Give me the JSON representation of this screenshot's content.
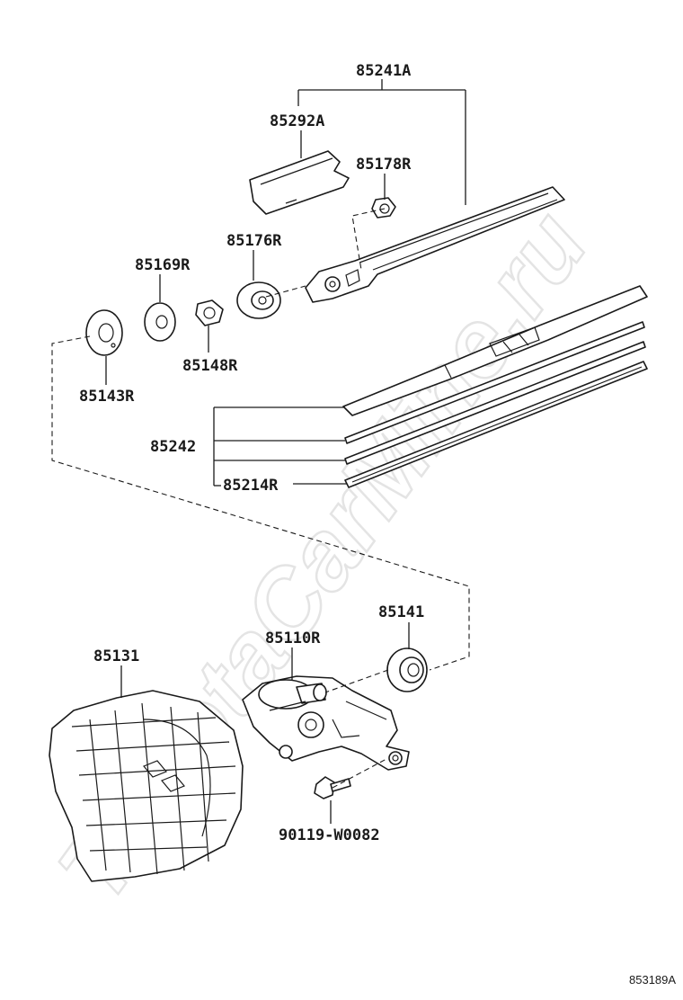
{
  "watermark": "ToyotaCarMine.ru",
  "reference_code": "853189A",
  "parts": {
    "arm": "85241A",
    "arm_cover": "85292A",
    "arm_cap_nut": "85178R",
    "pivot_seal": "85176R",
    "washer": "85169R",
    "nut": "85148R",
    "cushion": "85143R",
    "blade": "85242",
    "rubber": "85214R",
    "motor_seal": "85141",
    "motor": "85110R",
    "cover": "85131",
    "bolt": "90119-W0082"
  }
}
